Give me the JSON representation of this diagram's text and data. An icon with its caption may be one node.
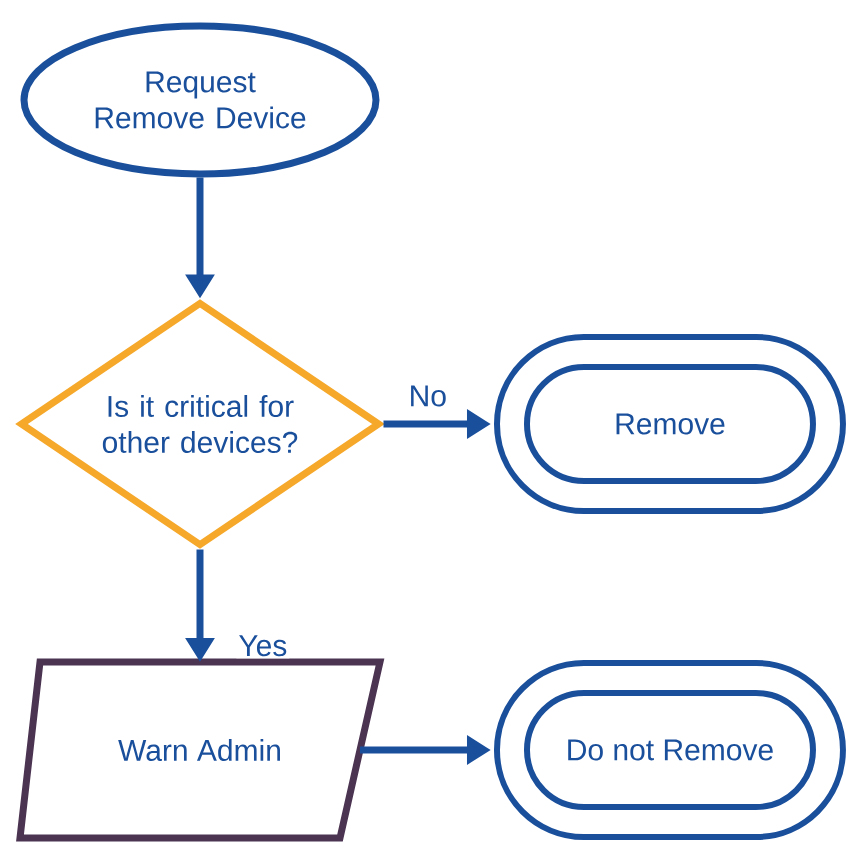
{
  "diagram": {
    "nodes": [
      {
        "text": [
          "Request Remove Device"
        ]
      },
      {
        "text": [
          "Is it critical for other devices?"
        ]
      },
      {
        "text": [
          "Remove"
        ]
      },
      {
        "text": [
          "Warn Admin"
        ]
      },
      {
        "text": [
          "Do not Remove"
        ]
      }
    ],
    "edges": [
      {
        "from": 0,
        "to": 1,
        "arrow": "to"
      },
      {
        "from": 1,
        "to": 2,
        "arrow": "to",
        "label": "No"
      },
      {
        "from": 1,
        "to": 3,
        "arrow": "to",
        "label": "Yes"
      },
      {
        "from": 3,
        "to": 4,
        "arrow": "to"
      }
    ]
  }
}
